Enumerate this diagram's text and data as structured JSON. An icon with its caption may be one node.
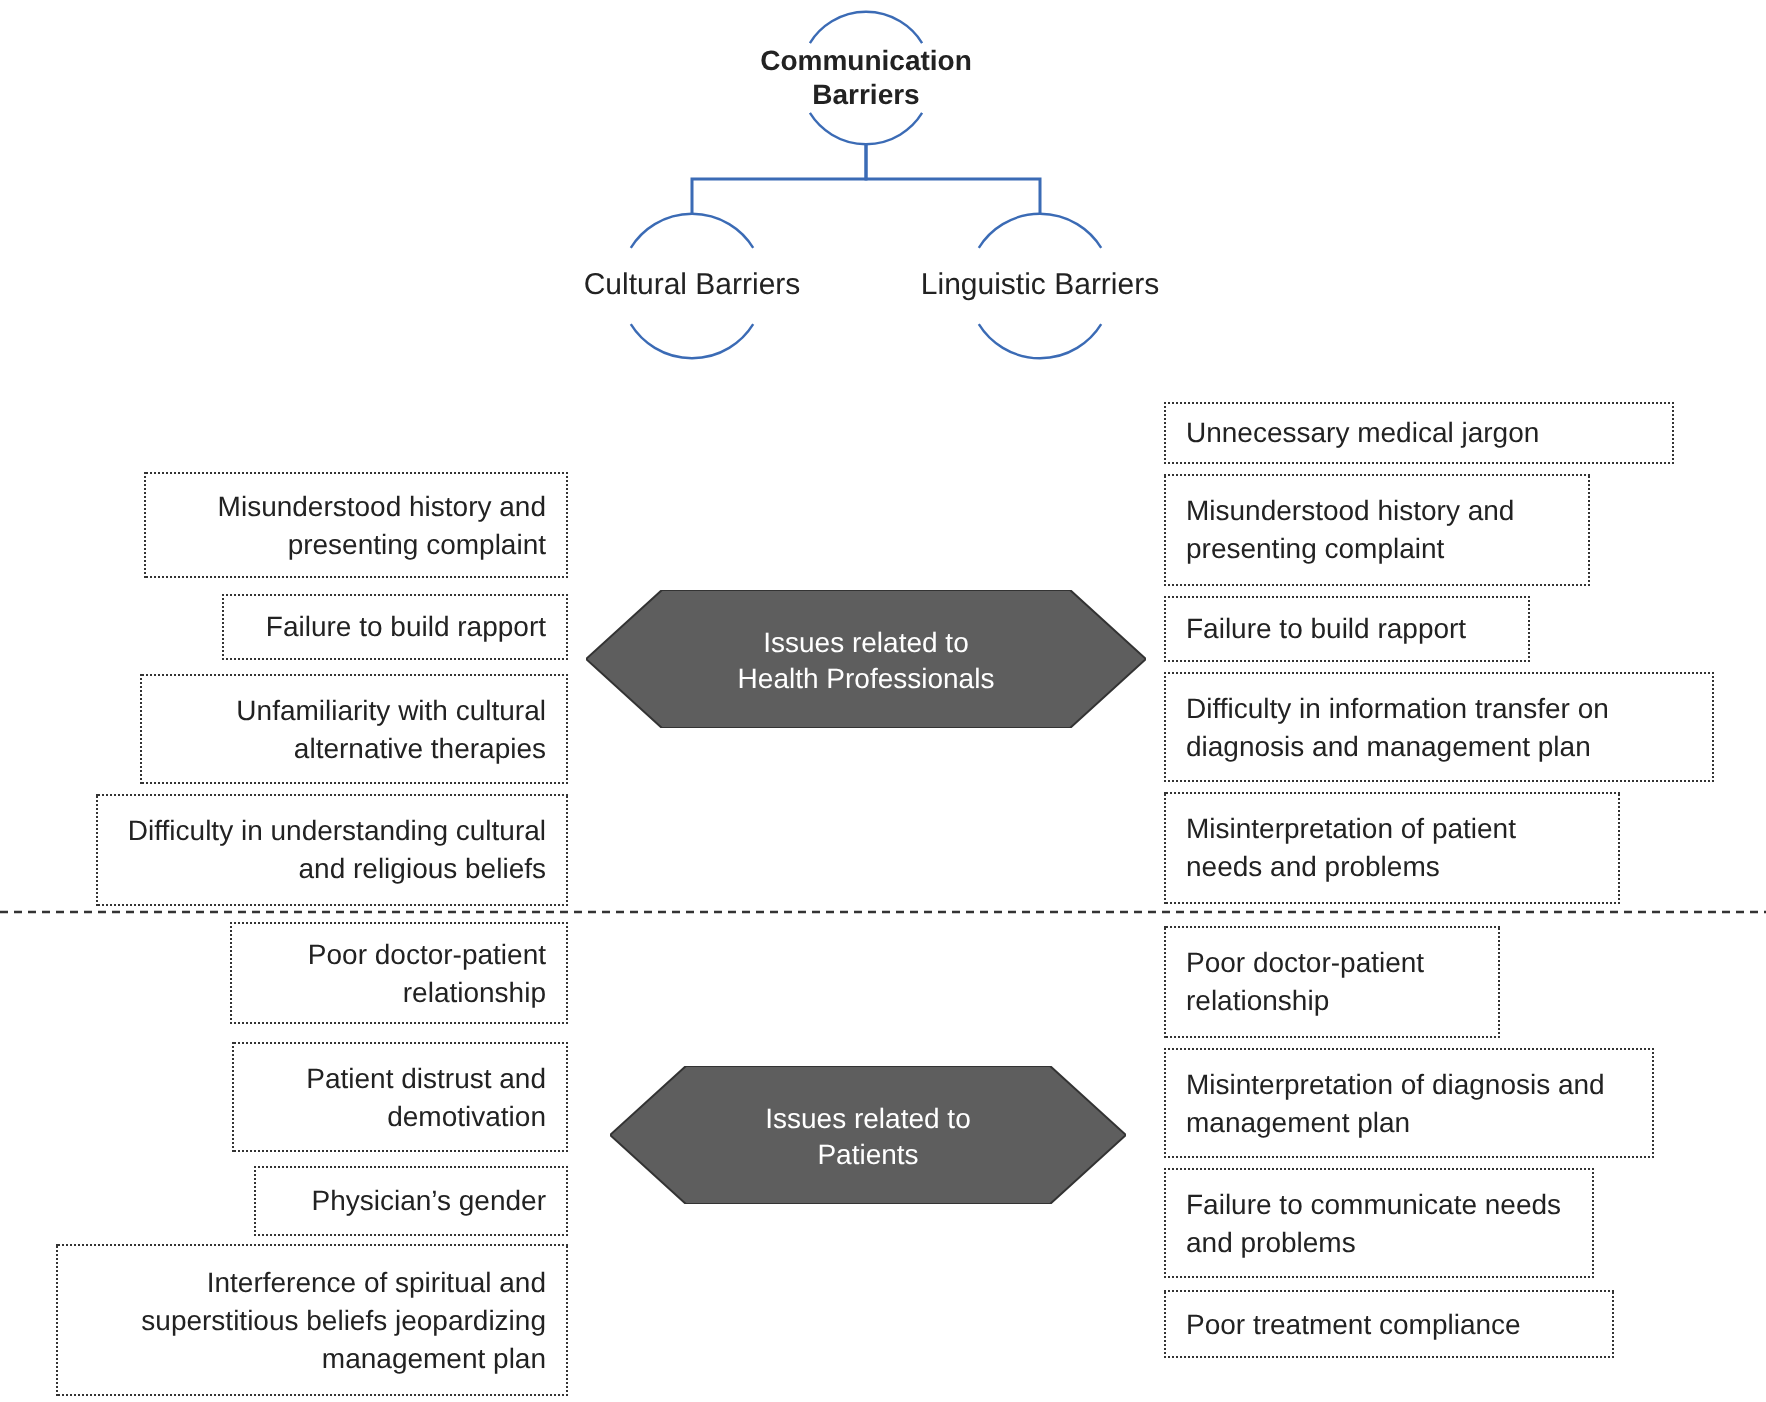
{
  "diagram": {
    "nodes": [
      {
        "text": [
          "Communication Barriers"
        ]
      },
      {
        "text": [
          "Cultural Barriers"
        ]
      },
      {
        "text": [
          "Linguistic Barriers"
        ]
      },
      {
        "text": [
          "Issues related to Health Professionals"
        ]
      },
      {
        "text": [
          "Issues related to Patients"
        ]
      },
      {
        "text": [
          "Misunderstood history and presenting complaint"
        ]
      },
      {
        "text": [
          "Failure to build rapport"
        ]
      },
      {
        "text": [
          "Unfamiliarity with cultural alternative therapies"
        ]
      },
      {
        "text": [
          "Difficulty in understanding cultural and religious beliefs"
        ]
      },
      {
        "text": [
          "Unnecessary medical jargon"
        ]
      },
      {
        "text": [
          "Misunderstood history and presenting complaint"
        ]
      },
      {
        "text": [
          "Failure to build rapport"
        ]
      },
      {
        "text": [
          "Difficulty in information transfer on diagnosis and management plan"
        ]
      },
      {
        "text": [
          "Misinterpretation of patient needs and problems"
        ]
      },
      {
        "text": [
          "Poor doctor-patient relationship"
        ]
      },
      {
        "text": [
          "Patient distrust and demotivation"
        ]
      },
      {
        "text": [
          "Physician’s gender"
        ]
      },
      {
        "text": [
          "Interference of spiritual and superstitious beliefs jeopardizing management plan"
        ]
      },
      {
        "text": [
          "Poor doctor-patient relationship"
        ]
      },
      {
        "text": [
          "Misinterpretation of diagnosis and management plan"
        ]
      },
      {
        "text": [
          "Failure to communicate needs and problems"
        ]
      },
      {
        "text": [
          "Poor treatment compliance"
        ]
      }
    ],
    "edges": [
      {
        "from": 0,
        "to": 1,
        "arrow": "none"
      },
      {
        "from": 0,
        "to": 2,
        "arrow": "none"
      }
    ]
  }
}
